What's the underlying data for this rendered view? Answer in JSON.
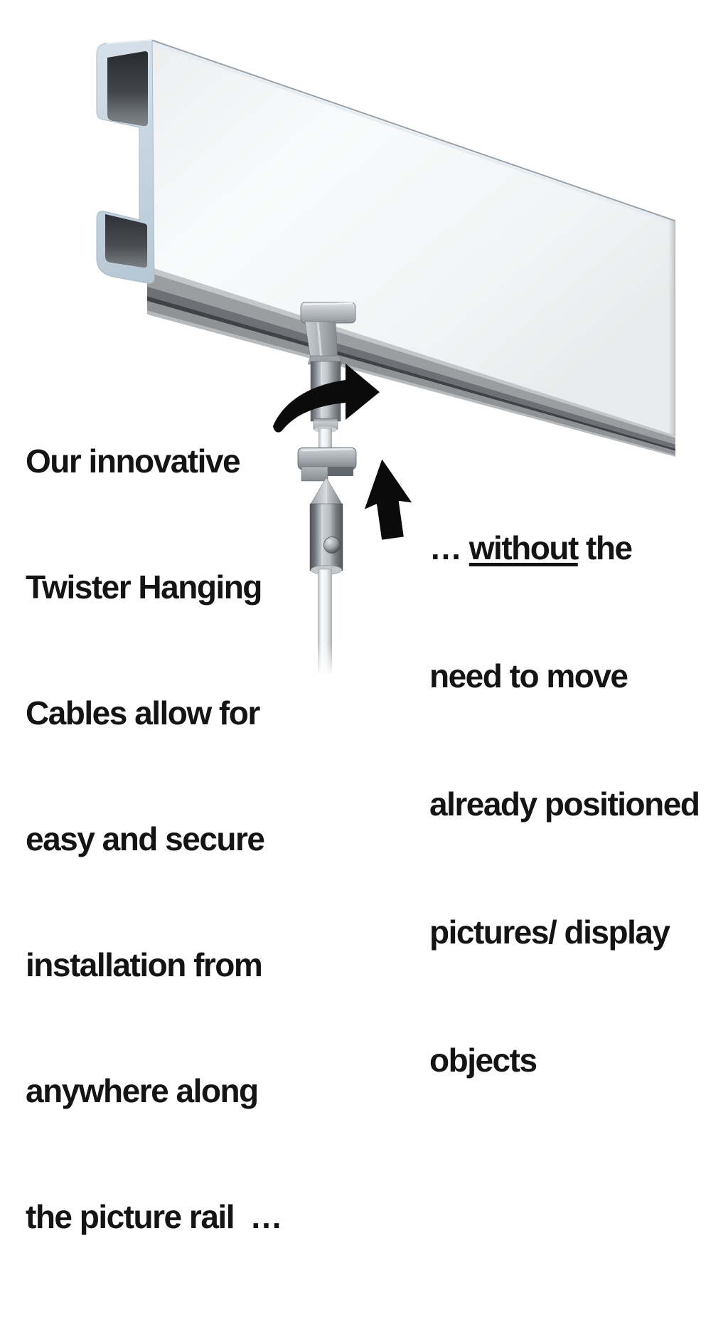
{
  "page": {
    "background": "#ffffff"
  },
  "illustration": {
    "name": "twister-hanging-cable-on-picture-rail",
    "rail": {
      "endcap_color": "#c6d4e0",
      "face_color": "#f5f7f8",
      "underside_dark_color": "#3f4347",
      "channel_shadow_color": "#2b2f33"
    },
    "hardware_metal_color": "#9aa0a5",
    "cable_color": "#f4f6f7",
    "arrow_color": "#0b0b0b",
    "arrows": {
      "twist": "twist-rotation-arrow",
      "up": "up-arrow"
    }
  },
  "left_caption": {
    "lines": [
      "Our innovative",
      "Twister Hanging",
      "Cables allow for",
      "easy and secure",
      "installation from",
      "anywhere along",
      "the picture rail  …"
    ]
  },
  "right_caption": {
    "prefix": "… ",
    "underlined_word": "without",
    "suffix": " the",
    "lines": [
      "need to move",
      "already positioned",
      "pictures/ display",
      "objects"
    ]
  }
}
